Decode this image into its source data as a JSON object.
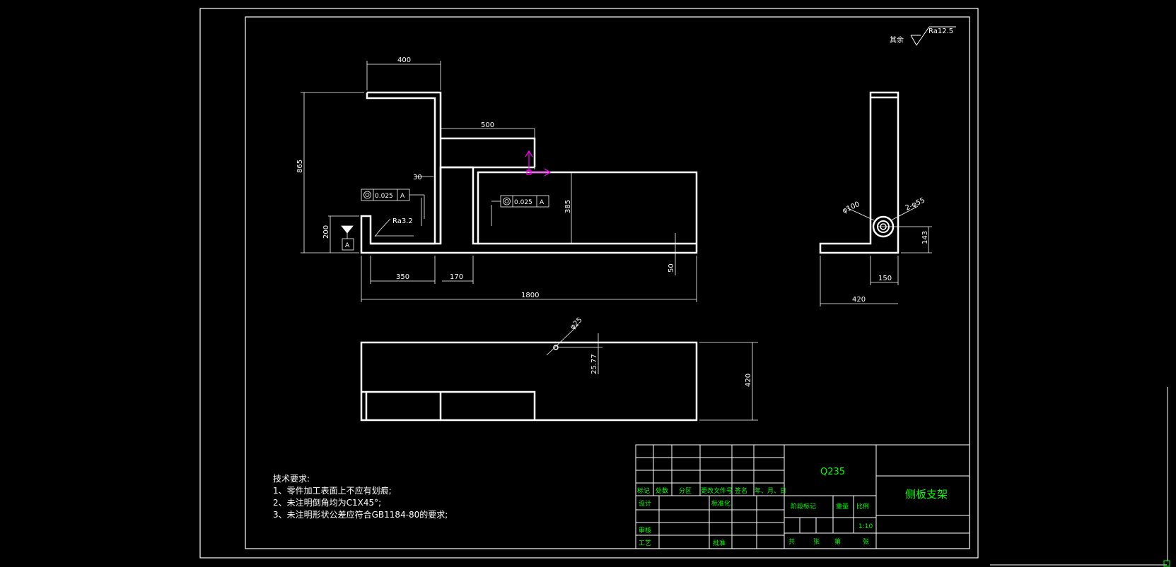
{
  "surface_finish": {
    "prefix": "其余",
    "value": "Ra12.5"
  },
  "main_view": {
    "dims": {
      "top_width": "400",
      "height_total": "865",
      "arm_width": "500",
      "gap_30": "30",
      "height_385": "385",
      "height_200": "200",
      "width_350": "350",
      "width_170": "170",
      "total_length": "1800",
      "base_thickness": "50"
    },
    "tolerance_1": {
      "value": "0.025",
      "datum": "A"
    },
    "tolerance_2": {
      "value": "0.025",
      "datum": "A"
    },
    "roughness": "Ra3.2",
    "datum_label": "A"
  },
  "side_view": {
    "dims": {
      "dia_100": "φ100",
      "holes": "2-φ55",
      "height_143": "143",
      "width_150": "150",
      "width_420": "420"
    }
  },
  "top_view": {
    "dims": {
      "dia_25": "φ25",
      "offset": "25.77",
      "depth_420": "420"
    }
  },
  "tech_requirements": {
    "title": "技术要求:",
    "items": [
      "1、零件加工表面上不应有划痕;",
      "2、未注明倒角均为C1X45°;",
      "3、未注明形状公差应符合GB1184-80的要求;"
    ]
  },
  "title_block": {
    "material": "Q235",
    "part_name": "侧板支架",
    "headers": [
      "标记",
      "处数",
      "分区",
      "更改文件号",
      "签名",
      "年、月、日"
    ],
    "left_labels": {
      "design": "设计",
      "standardize": "标准化",
      "check": "审核",
      "process": "工艺",
      "approve": "批准"
    },
    "stage_mark": "阶段标记",
    "weight": "重量",
    "scale_label": "比例",
    "scale_value": "1:10",
    "sheets": {
      "total": "共",
      "unit1": "张",
      "sheet": "第",
      "unit2": "张"
    }
  },
  "colors": {
    "lines": "#ffffff",
    "labels": "#00ff00",
    "accent": "#ff00ff",
    "background": "#000000"
  }
}
